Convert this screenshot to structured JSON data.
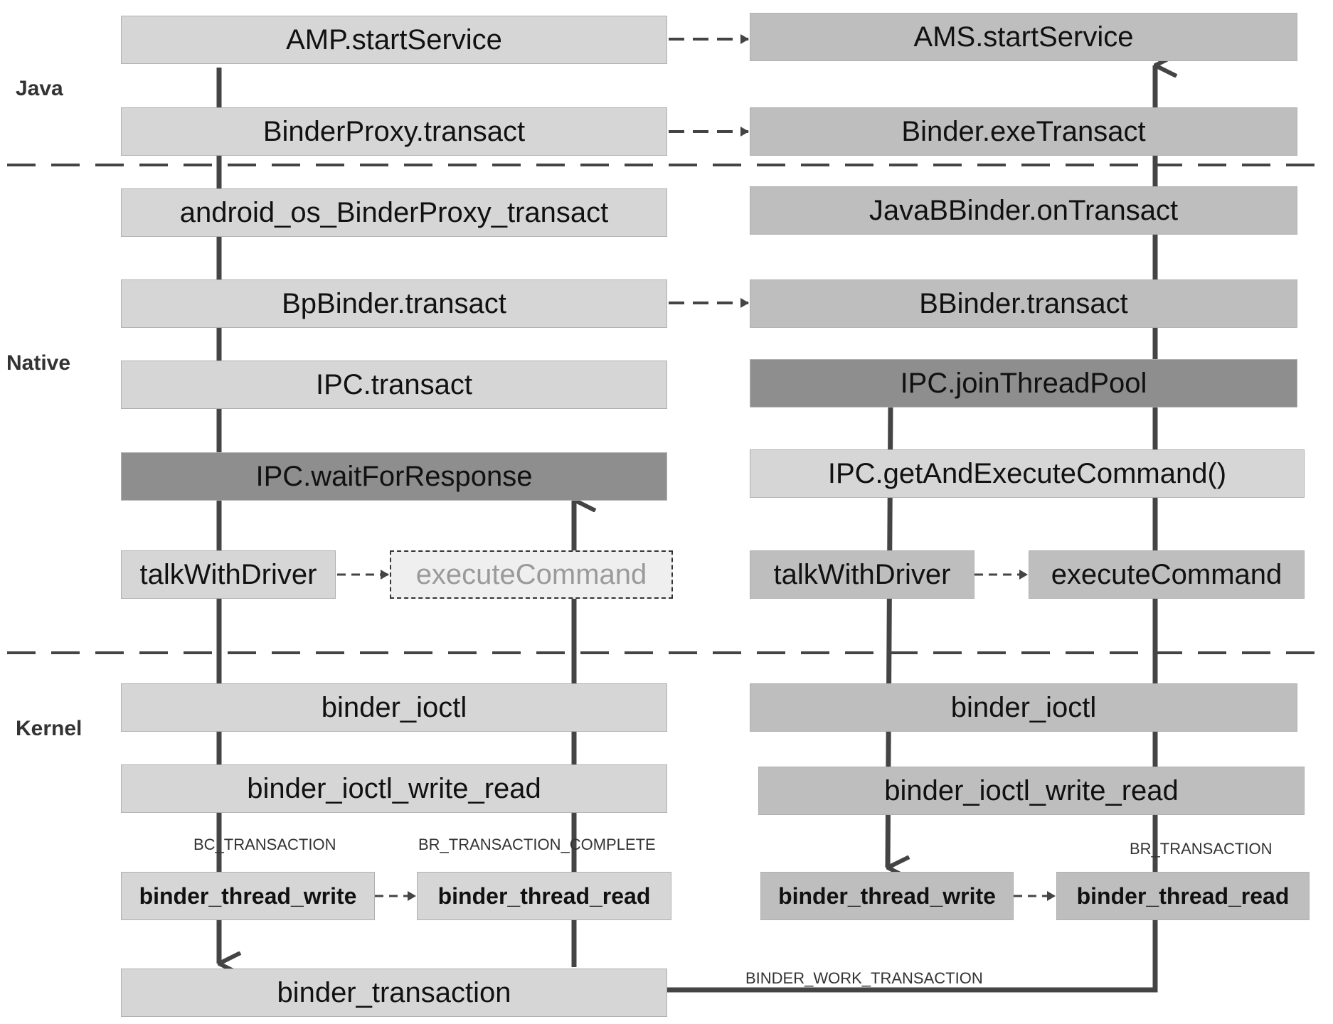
{
  "layers": {
    "java": "Java",
    "native": "Native",
    "kernel": "Kernel"
  },
  "client": {
    "amp_start_service": "AMP.startService",
    "binder_proxy_transact": "BinderProxy.transact",
    "android_os_binderproxy_transact": "android_os_BinderProxy_transact",
    "bpbinder_transact": "BpBinder.transact",
    "ipc_transact": "IPC.transact",
    "ipc_wait_for_response": "IPC.waitForResponse",
    "talk_with_driver": "talkWithDriver",
    "execute_command": "executeCommand",
    "binder_ioctl": "binder_ioctl",
    "binder_ioctl_write_read": "binder_ioctl_write_read",
    "binder_thread_write": "binder_thread_write",
    "binder_thread_read": "binder_thread_read",
    "binder_transaction": "binder_transaction"
  },
  "server": {
    "ams_start_service": "AMS.startService",
    "binder_exe_transact": "Binder.exeTransact",
    "javabbinder_on_transact": "JavaBBinder.onTransact",
    "bbinder_transact": "BBinder.transact",
    "ipc_join_thread_pool": "IPC.joinThreadPool",
    "ipc_get_and_execute_command": "IPC.getAndExecuteCommand()",
    "talk_with_driver": "talkWithDriver",
    "execute_command": "executeCommand",
    "binder_ioctl": "binder_ioctl",
    "binder_ioctl_write_read": "binder_ioctl_write_read",
    "binder_thread_write": "binder_thread_write",
    "binder_thread_read": "binder_thread_read"
  },
  "edge_labels": {
    "bc_transaction": "BC_TRANSACTION",
    "br_transaction_complete": "BR_TRANSACTION_COMPLETE",
    "br_transaction": "BR_TRANSACTION",
    "binder_work_transaction": "BINDER_WORK_TRANSACTION"
  }
}
